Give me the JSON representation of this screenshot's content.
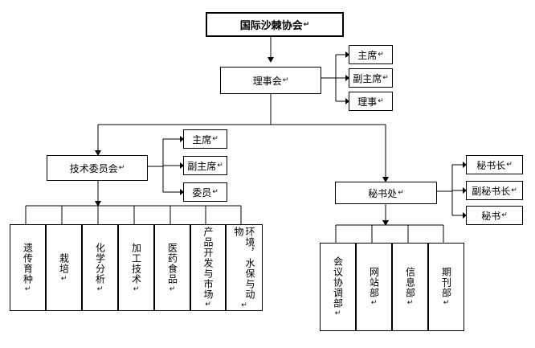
{
  "enter_mark": "↵",
  "root": {
    "label": "国际沙棘协会"
  },
  "council": {
    "label": "理事会",
    "members": [
      "主席",
      "副主席",
      "理事"
    ]
  },
  "tech_committee": {
    "label": "技术委员会",
    "members": [
      "主席",
      "副主席",
      "委员"
    ],
    "groups": [
      "遗传育种",
      "栽培",
      "化学分析",
      "加工技术",
      "医药食品",
      "产品开发与市场",
      "环境，水保与动物"
    ]
  },
  "secretariat": {
    "label": "秘书处",
    "members": [
      "秘书长",
      "副秘书长",
      "秘书"
    ],
    "departments": [
      "会议协调部",
      "网站部",
      "信息部",
      "期刊部"
    ]
  }
}
